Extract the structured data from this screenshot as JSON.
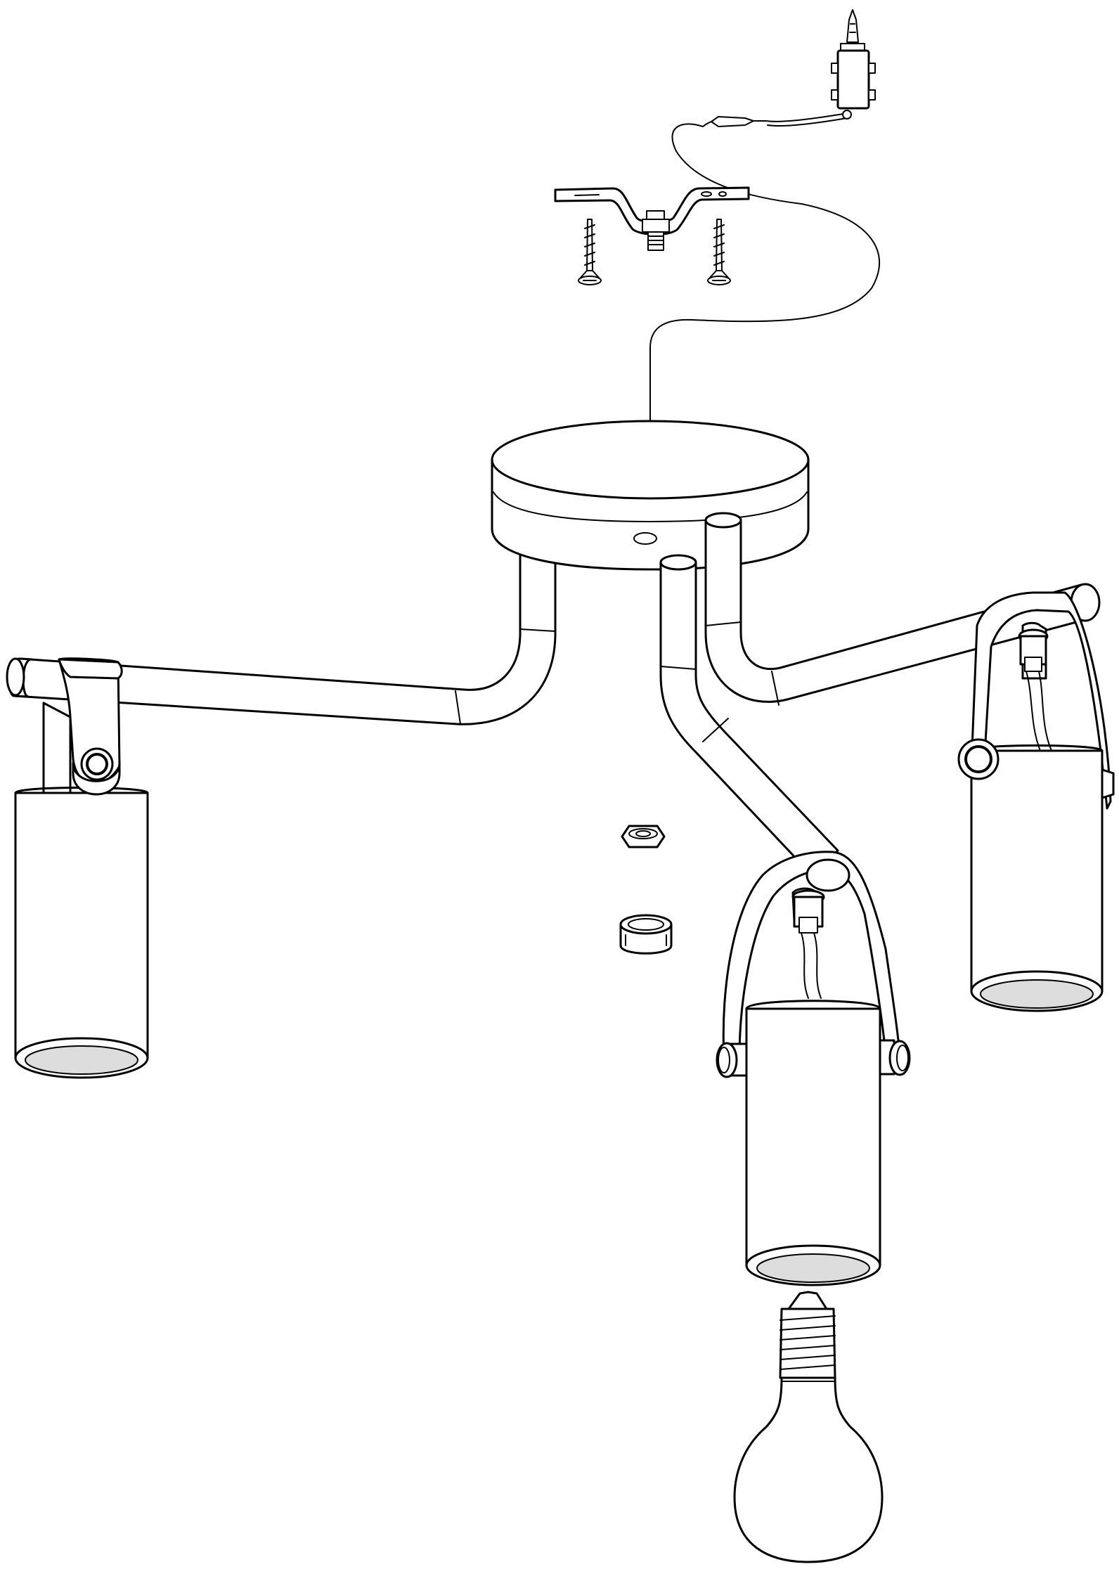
{
  "diagram": {
    "kind": "exploded assembly drawing",
    "line_color": "#000000",
    "background": "#ffffff",
    "parts": [
      {
        "id": "connector-box",
        "icon": "terminal-block-icon"
      },
      {
        "id": "supply-cable",
        "icon": "cable-icon"
      },
      {
        "id": "mounting-bracket",
        "icon": "bracket-icon"
      },
      {
        "id": "screws",
        "icon": "screw-icon",
        "count": 2
      },
      {
        "id": "ceiling-canopy",
        "icon": "canopy-icon"
      },
      {
        "id": "arms",
        "icon": "tube-arm-icon",
        "count": 3
      },
      {
        "id": "spot-heads",
        "icon": "cylinder-spot-icon",
        "count": 3
      },
      {
        "id": "hex-nut",
        "icon": "nut-icon"
      },
      {
        "id": "cap-nut",
        "icon": "cap-icon"
      },
      {
        "id": "bulb",
        "icon": "light-bulb-icon"
      }
    ]
  }
}
